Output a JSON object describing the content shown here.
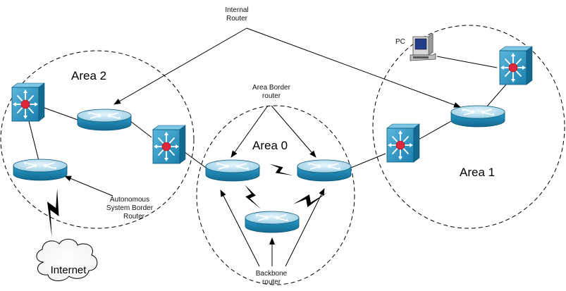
{
  "areas": {
    "area2": "Area 2",
    "area0": "Area 0",
    "area1": "Area 1"
  },
  "labels": {
    "internal_router": [
      "Internal",
      "Router"
    ],
    "area_border_router": [
      "Area Border",
      "router"
    ],
    "asbr": [
      "Autonomous",
      "System  Border",
      "Router"
    ],
    "backbone_router": [
      "Backbone",
      "router"
    ],
    "pc": "PC",
    "internet": "Internet"
  },
  "icons": {
    "router": "router-icon",
    "switch": "multilayer-switch-icon",
    "pc": "pc-icon",
    "cloud": "internet-cloud-icon",
    "serial_link": "serial-link-lightning-icon"
  },
  "colors": {
    "device_blue": "#1b87b8",
    "device_top": "#cfe8f4",
    "switch_dot": "#e0283c",
    "line": "#000000"
  }
}
